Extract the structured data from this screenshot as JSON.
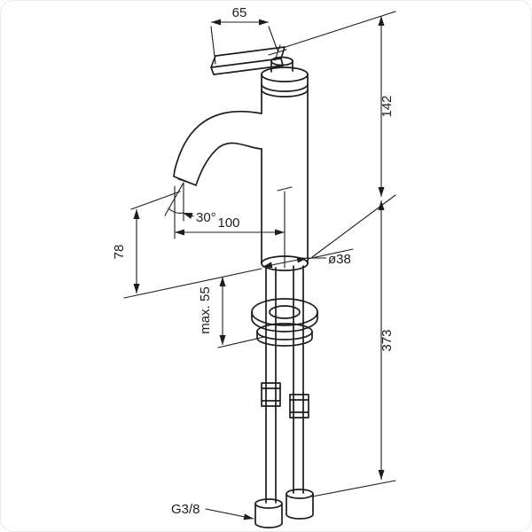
{
  "drawing": {
    "background_color": "#ffffff",
    "line_color": "#1d1d1b",
    "labels": {
      "lever_length": "65",
      "height_above_deck": "142",
      "spout_angle": "30°",
      "spout_reach": "100",
      "outlet_height": "78",
      "base_diameter": "ø38",
      "max_deck_thickness": "max. 55",
      "total_height": "373",
      "connection_thread": "G3/8"
    }
  }
}
